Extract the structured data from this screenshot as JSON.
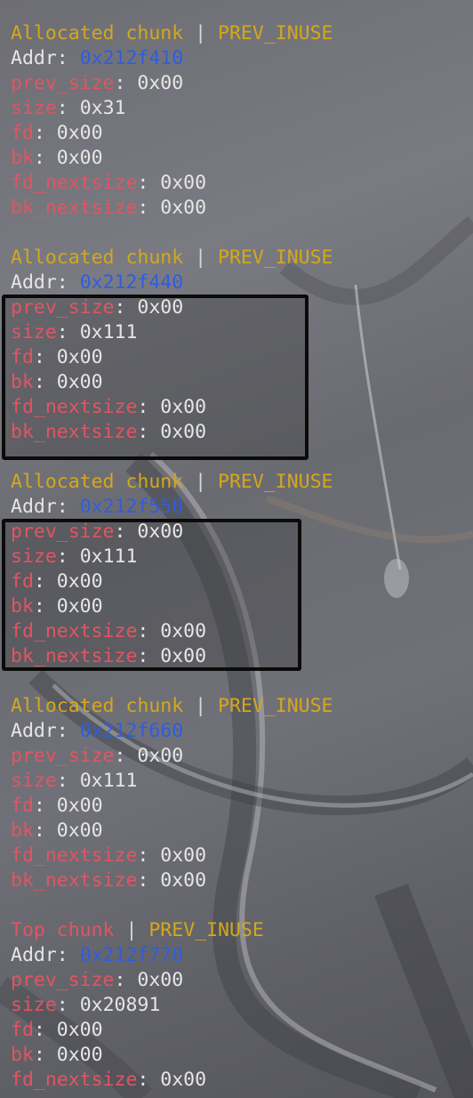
{
  "labels": {
    "separator": "|",
    "addr": "Addr",
    "colon": ":",
    "prev_size": "prev_size",
    "size": "size",
    "fd": "fd",
    "bk": "bk",
    "fd_nextsize": "fd_nextsize",
    "bk_nextsize": "bk_nextsize"
  },
  "chunks": [
    {
      "title": "Allocated chunk",
      "flag": "PREV_INUSE",
      "addr": "0x212f410",
      "prev_size": "0x00",
      "size": "0x31",
      "fd": "0x00",
      "bk": "0x00",
      "fd_nextsize": "0x00",
      "bk_nextsize": "0x00"
    },
    {
      "title": "Allocated chunk",
      "flag": "PREV_INUSE",
      "addr": "0x212f440",
      "prev_size": "0x00",
      "size": "0x111",
      "fd": "0x00",
      "bk": "0x00",
      "fd_nextsize": "0x00",
      "bk_nextsize": "0x00"
    },
    {
      "title": "Allocated chunk",
      "flag": "PREV_INUSE",
      "addr": "0x212f550",
      "prev_size": "0x00",
      "size": "0x111",
      "fd": "0x00",
      "bk": "0x00",
      "fd_nextsize": "0x00",
      "bk_nextsize": "0x00"
    },
    {
      "title": "Allocated chunk",
      "flag": "PREV_INUSE",
      "addr": "0x212f660",
      "prev_size": "0x00",
      "size": "0x111",
      "fd": "0x00",
      "bk": "0x00",
      "fd_nextsize": "0x00",
      "bk_nextsize": "0x00"
    },
    {
      "title": "Top chunk",
      "flag": "PREV_INUSE",
      "addr": "0x212f770",
      "prev_size": "0x00",
      "size": "0x20891",
      "fd": "0x00",
      "bk": "0x00",
      "fd_nextsize": "0x00"
    }
  ],
  "colors": {
    "allocated_title": "#d5a71c",
    "top_title": "#e35462",
    "flag": "#d5a71c",
    "field_name": "#e35462",
    "address": "#2f5de0",
    "value": "#e6e6e6",
    "highlight_border": "#0b0b0b"
  }
}
